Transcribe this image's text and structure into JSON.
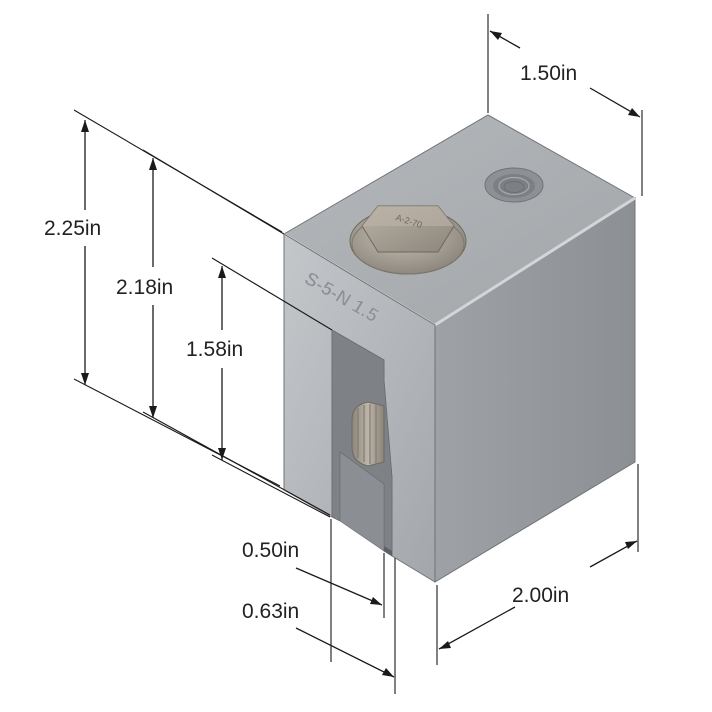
{
  "dimensions": {
    "width_top": "1.50in",
    "height_overall": "2.25in",
    "height_mid": "2.18in",
    "height_slot": "1.58in",
    "slot_width": "0.50in",
    "jaw_width": "0.63in",
    "depth_bottom": "2.00in"
  },
  "part": {
    "emboss_text": "S-5-N 1.5",
    "bolt_head_text": "A-2-70"
  },
  "colors": {
    "face_front": "#b3b7ba",
    "face_top": "#a7abae",
    "face_right": "#989ca0",
    "bolt": "#a49c91",
    "line": "#1a1a1a"
  }
}
